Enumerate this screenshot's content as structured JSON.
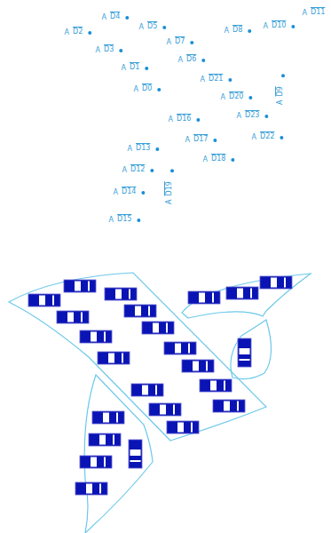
{
  "diagram": {
    "labels": [
      "A",
      "D4",
      "A",
      "D5",
      "A",
      "D8",
      "A",
      "D10",
      "A",
      "D11",
      "A",
      "D2",
      "A",
      "D7",
      "A",
      "D3",
      "A",
      "D6",
      "A",
      "D1",
      "A",
      "D21",
      "A",
      "D0",
      "A",
      "D9",
      "A",
      "D20",
      "A",
      "D16",
      "A",
      "D23",
      "A",
      "D17",
      "A",
      "D22",
      "A",
      "D13",
      "A",
      "D18",
      "A",
      "D12",
      "A",
      "D19",
      "A",
      "D14",
      "A",
      "D15"
    ]
  }
}
